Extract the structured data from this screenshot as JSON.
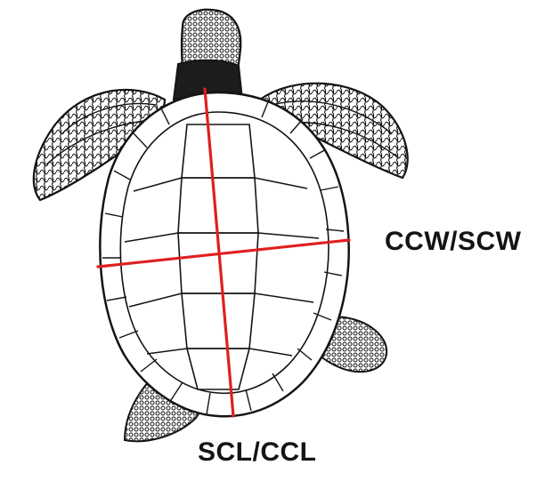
{
  "labels": {
    "width": "CCW/SCW",
    "length": "SCL/CCL"
  },
  "colors": {
    "outline": "#141414",
    "fill": "#ffffff",
    "measurement_line": "#e01f1f"
  },
  "icons": {
    "subject": "sea-turtle-dorsal-outline"
  }
}
